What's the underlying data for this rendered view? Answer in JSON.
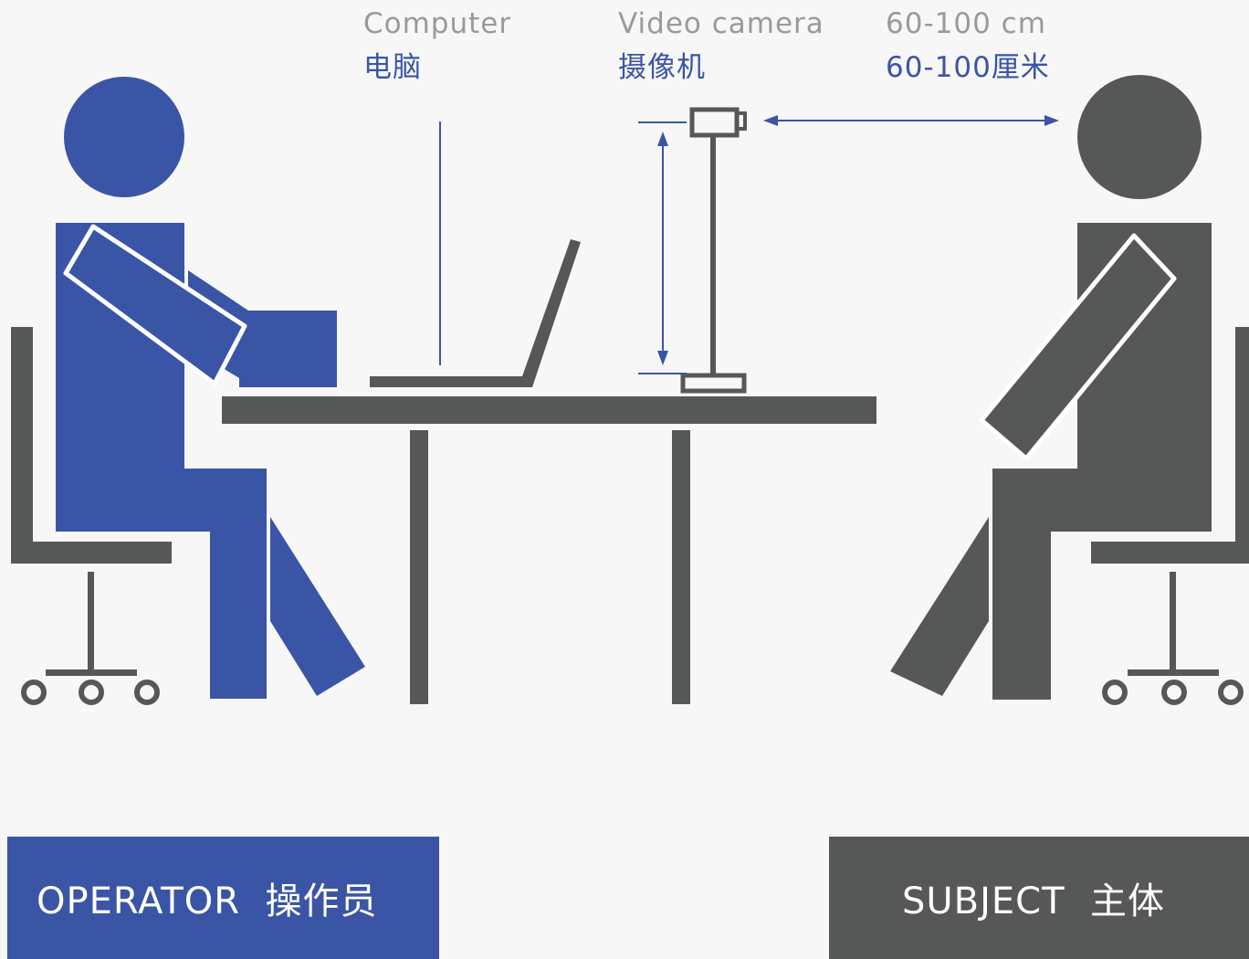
{
  "labels": {
    "computer_en": "Computer",
    "computer_cn": "电脑",
    "camera_en": "Video camera",
    "camera_cn": "摄像机",
    "distance_en": "60-100 cm",
    "distance_cn": "60-100厘米"
  },
  "roles": {
    "operator": {
      "label": "OPERATOR  操作员"
    },
    "subject": {
      "label": "SUBJECT  主体"
    }
  },
  "colors": {
    "operator": "#3a55a6",
    "subject_and_furniture": "#565857",
    "background": "#f7f7f7",
    "label_english": "#9a9a9a",
    "label_chinese": "#3a55a6"
  }
}
